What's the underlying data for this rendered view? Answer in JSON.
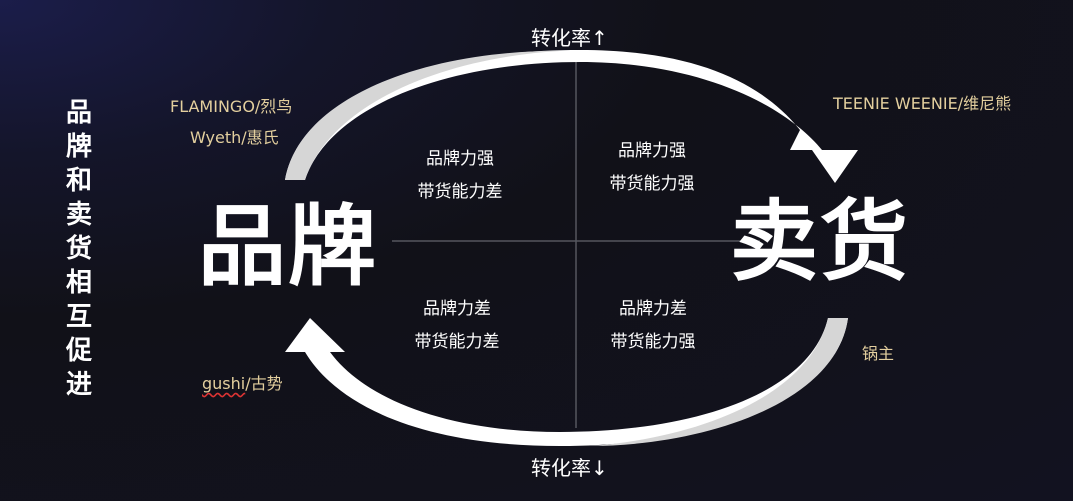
{
  "side_title": {
    "chars": [
      "品",
      "牌",
      "和",
      "卖",
      "货",
      "相",
      "互",
      "促",
      "进"
    ],
    "text": "品牌和卖货相互促进"
  },
  "top_label": "转化率↑",
  "bottom_label": "转化率↓",
  "left_big": "品牌",
  "right_big": "卖货",
  "quadrants": {
    "top_left": {
      "line1": "品牌力强",
      "line2": "带货能力差"
    },
    "top_right": {
      "line1": "品牌力强",
      "line2": "带货能力强"
    },
    "bottom_left": {
      "line1": "品牌力差",
      "line2": "带货能力差"
    },
    "bottom_right": {
      "line1": "品牌力差",
      "line2": "带货能力强"
    }
  },
  "brands": {
    "top_left": [
      "FLAMINGO/烈鸟",
      "Wyeth/惠氏"
    ],
    "top_right": "TEENIE WEENIE/维尼熊",
    "bottom_right": "锅主",
    "bottom_left": {
      "latin": "gushi",
      "rest": "/古势"
    }
  },
  "colors": {
    "background": "#111118",
    "brand_label": "#e3cf9e",
    "arrow_white": "#ffffff",
    "arrow_grey": "#d6d6d6",
    "axis": "#55565e"
  }
}
